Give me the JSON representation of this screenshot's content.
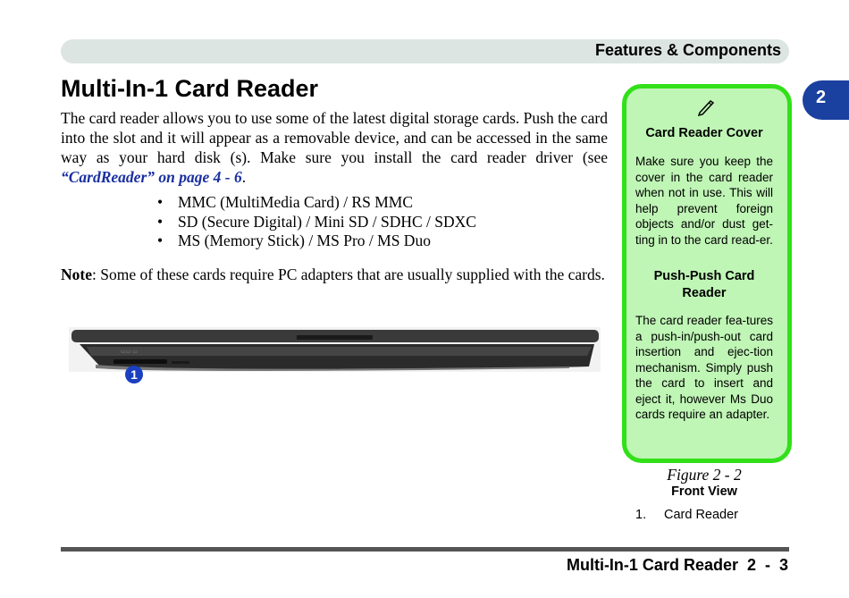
{
  "header": {
    "section_title": "Features & Components"
  },
  "chapter_tab": {
    "number": "2"
  },
  "main": {
    "title": "Multi-In-1 Card Reader",
    "intro_text": "The card reader allows you to use some of the latest digital storage cards. Push the card into the slot and it will appear as a removable device, and can be accessed in the same way as your hard disk (s). Make sure you install the card reader driver (see ",
    "intro_link": "“CardReader” on page 4 - 6",
    "intro_end": ".",
    "card_types": [
      "MMC (MultiMedia Card) / RS MMC",
      "SD (Secure Digital) / Mini SD / SDHC / SDXC",
      "MS (Memory Stick) / MS Pro / MS Duo"
    ],
    "note_label": "Note",
    "note_text": ": Some of these cards require PC adapters that are usually supplied with the cards."
  },
  "figure": {
    "callout": "1",
    "caption": "Figure 2 - 2",
    "title": "Front View",
    "items": [
      {
        "num": "1.",
        "label": "Card Reader"
      }
    ]
  },
  "sidebar": {
    "icon": "pencil-icon",
    "heading1": "Card Reader Cover",
    "text1": "Make sure you keep the cover in the card reader when not in use. This will help prevent foreign objects and/or dust get-ting in to the card read-er.",
    "heading2": "Push-Push Card Reader",
    "text2": "The card reader fea-tures a push-in/push-out card insertion and ejec-tion mechanism. Simply push the card to insert and eject it, however Ms Duo cards require an adapter.",
    "colors": {
      "background": "#bff5b5",
      "border": "#32e01a"
    }
  },
  "footer": {
    "text": "Multi-In-1 Card Reader  2  -  3"
  }
}
